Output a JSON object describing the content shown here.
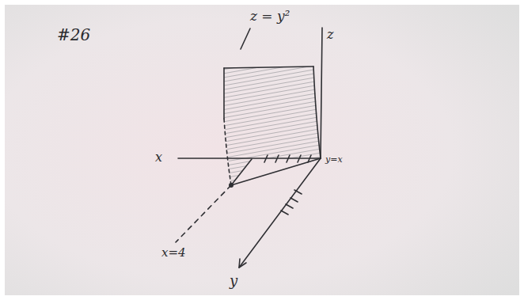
{
  "diagram": {
    "labels": [
      "#26",
      "z = y²",
      "z",
      "x",
      "y=x",
      "x=4",
      "y"
    ]
  }
}
